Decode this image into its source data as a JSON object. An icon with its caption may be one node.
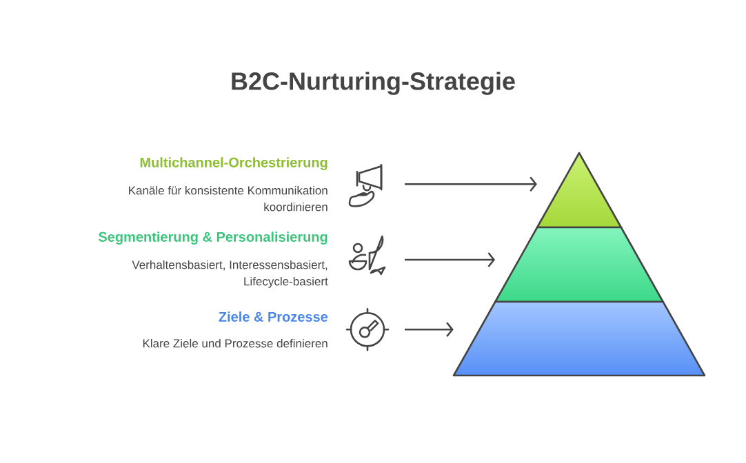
{
  "diagram": {
    "title": "B2C-Nurturing-Strategie",
    "nodes": [
      {
        "text": [
          "Multichannel-Orchestrierung",
          "Kanäle für konsistente Kommunikation koordinieren"
        ]
      },
      {
        "text": [
          "Segmentierung & Personalisierung",
          "Verhaltensbasiert, Interessensbasiert, Lifecycle-basiert"
        ]
      },
      {
        "text": [
          "Ziele & Prozesse",
          "Klare Ziele und Prozesse definieren"
        ]
      },
      {
        "text": [],
        "shape": "triangle"
      },
      {
        "text": [],
        "shape": "trapezoid"
      },
      {
        "text": [],
        "shape": "trapezoid"
      }
    ],
    "edges": [
      {
        "from": 0,
        "to": 3,
        "arrow": "to"
      },
      {
        "from": 1,
        "to": 4,
        "arrow": "to"
      },
      {
        "from": 2,
        "to": 5,
        "arrow": "to"
      }
    ]
  }
}
